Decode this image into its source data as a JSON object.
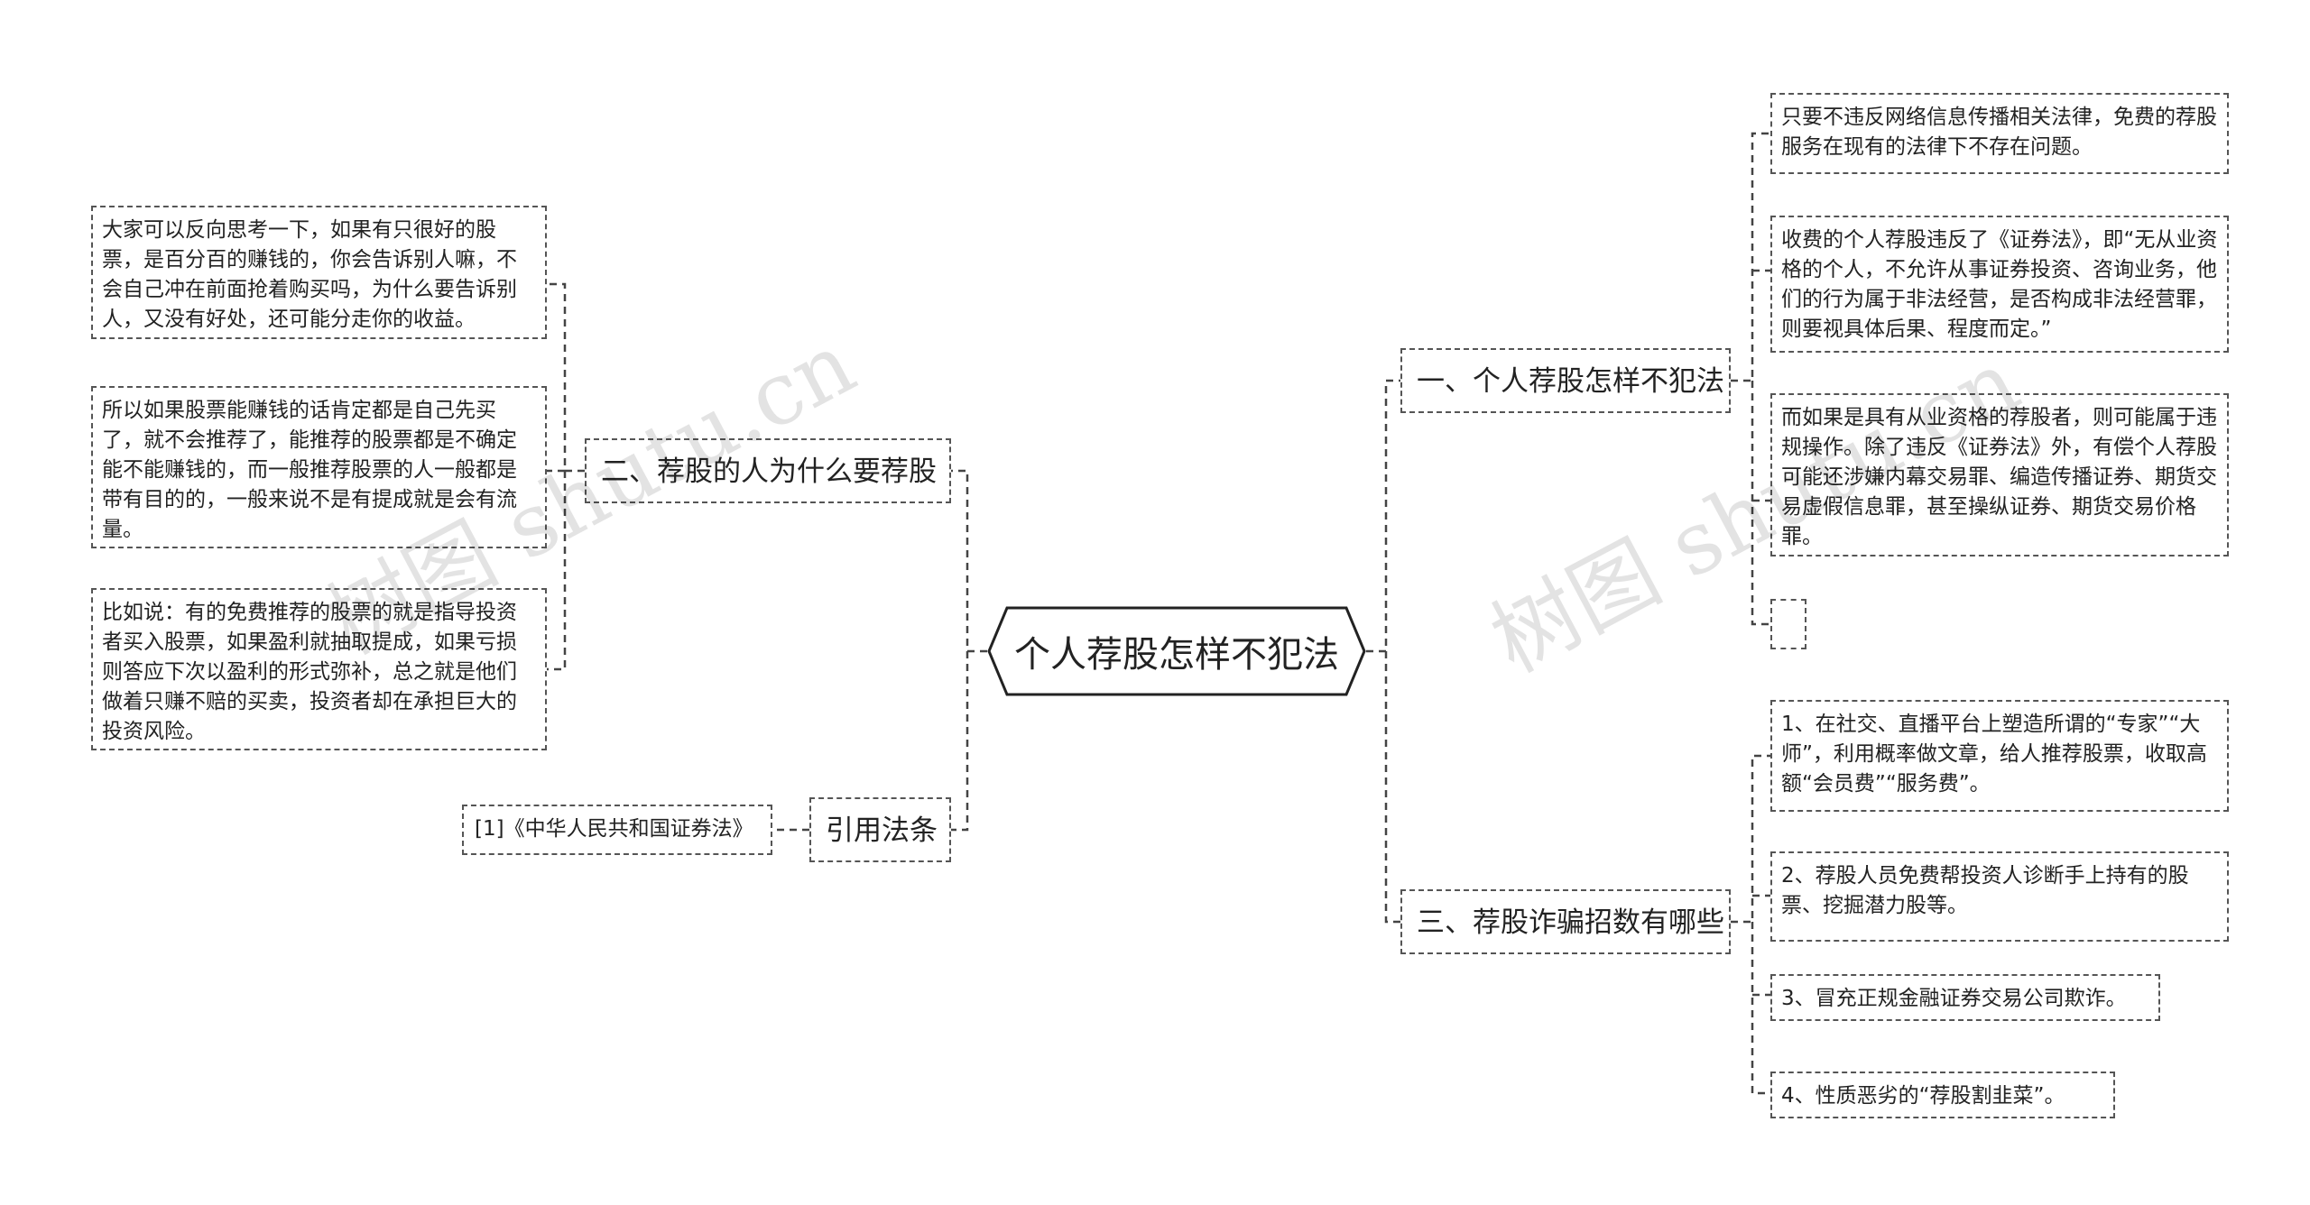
{
  "root": {
    "title": "个人荐股怎样不犯法"
  },
  "branches": {
    "b1": {
      "title": "一、个人荐股怎样不犯法"
    },
    "b2": {
      "title": "二、荐股的人为什么要荐股"
    },
    "b3": {
      "title": "三、荐股诈骗招数有哪些"
    },
    "b4": {
      "title": "引用法条"
    }
  },
  "leaves": {
    "b1_1": "只要不违反网络信息传播相关法律，免费的荐股服务在现有的法律下不存在问题。",
    "b1_2": "收费的个人荐股违反了《证券法》，即“无从业资格的个人，不允许从事证券投资、咨询业务，他们的行为属于非法经营，是否构成非法经营罪，则要视具体后果、程度而定。”",
    "b1_3": "而如果是具有从业资格的荐股者，则可能属于违规操作。除了违反《证券法》外，有偿个人荐股可能还涉嫌内幕交易罪、编造传播证券、期货交易虚假信息罪，甚至操纵证券、期货交易价格罪。",
    "b1_4": "",
    "b2_1": "大家可以反向思考一下，如果有只很好的股票，是百分百的赚钱的，你会告诉别人嘛，不会自己冲在前面抢着购买吗，为什么要告诉别人，又没有好处，还可能分走你的收益。",
    "b2_2": "所以如果股票能赚钱的话肯定都是自己先买了，就不会推荐了，能推荐的股票都是不确定能不能赚钱的，而一般推荐股票的人一般都是带有目的的，一般来说不是有提成就是会有流量。",
    "b2_3": "比如说：有的免费推荐的股票的就是指导投资者买入股票，如果盈利就抽取提成，如果亏损则答应下次以盈利的形式弥补，总之就是他们做着只赚不赔的买卖，投资者却在承担巨大的投资风险。",
    "b3_1": "1、在社交、直播平台上塑造所谓的“专家”“大师”，利用概率做文章，给人推荐股票，收取高额“会员费”“服务费”。",
    "b3_2": "2、荐股人员免费帮投资人诊断手上持有的股票、挖掘潜力股等。",
    "b3_3": "3、冒充正规金融证券交易公司欺诈。",
    "b3_4": "4、性质恶劣的“荐股割韭菜”。",
    "b4_1": "[1]《中华人民共和国证券法》"
  },
  "watermark": {
    "text": "树图 shutu.cn"
  },
  "colors": {
    "line": "#444444",
    "border": "#555555",
    "text": "#222222",
    "watermark": "#c8c8c8"
  }
}
